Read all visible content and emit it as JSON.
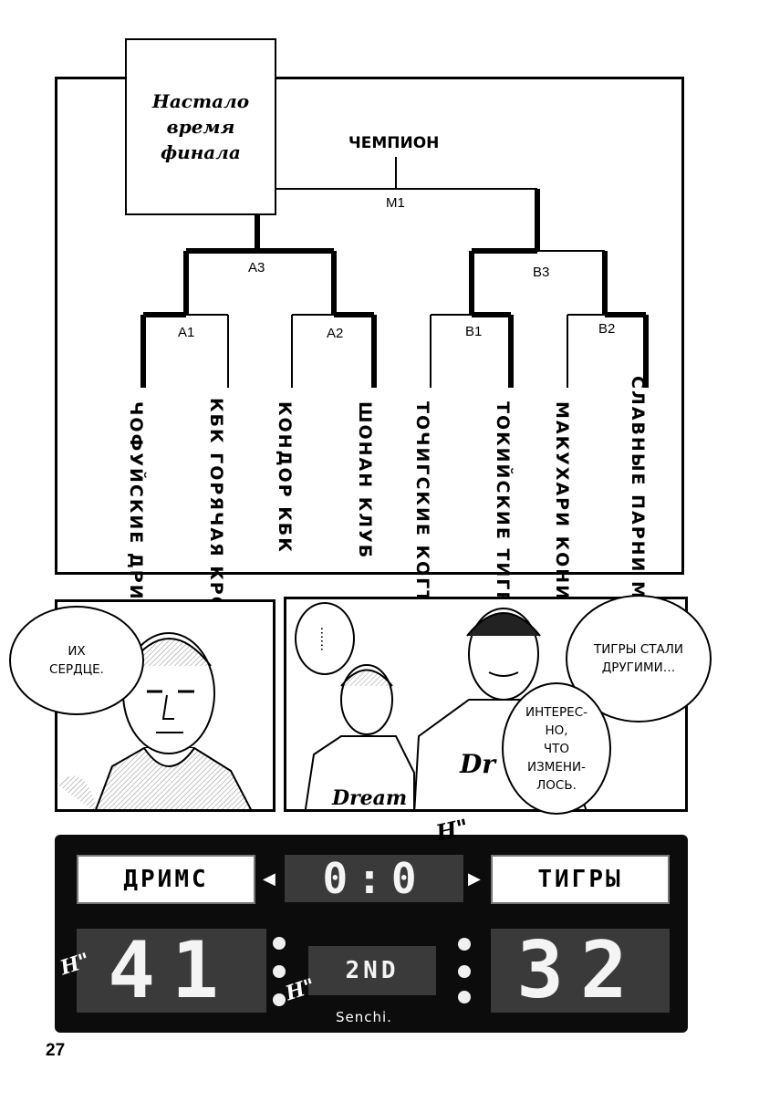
{
  "title_box": {
    "lines": [
      "Настало",
      "время",
      "финала"
    ]
  },
  "bracket": {
    "champion": "ЧЕМПИОН",
    "nodes": {
      "m1": "M1",
      "a3": "A3",
      "b3": "B3",
      "a1": "A1",
      "a2": "A2",
      "b1": "B1",
      "b2": "B2"
    },
    "teams": [
      "ЧОФУЙСКИЕ ДРИМС",
      "КБК ГОРЯЧАЯ КРОВЬ",
      "КОНДОР КБК",
      "ШОНАН КЛУБ",
      "ТОЧИГСКИЕ КОГТИ",
      "ТОКИЙСКИЕ ТИГРЫ",
      "МАКУХАРИ КОНИЧИВАС",
      "СЛАВНЫЕ ПАРНИ МИЗУНОКУЧИ"
    ]
  },
  "panels": {
    "left_bubble": "ИХ\nСЕРДЦЕ.",
    "ellipsis_bubble": "……",
    "right_bubble_top": "ТИГРЫ СТАЛИ\nДРУГИМИ…",
    "right_bubble_bottom": "ИНТЕРЕС-\nНО,\nЧТО\nИЗМЕНИ-\nЛОСЬ.",
    "jersey_text": "Dream"
  },
  "scoreboard": {
    "home_name": "ДРИМС",
    "away_name": "ТИГРЫ",
    "clock": "0:0",
    "home_score": "41",
    "away_score": "32",
    "period": "2ND",
    "brand": "Senchi.",
    "sfx_top": "Н\"",
    "sfx_left": "Н\"",
    "sfx_bottom": "Н\""
  },
  "page_number": "27",
  "colors": {
    "ink": "#000000",
    "paper": "#ffffff",
    "board": "#0c0c0c",
    "digit_bg": "#3a3a3a"
  }
}
